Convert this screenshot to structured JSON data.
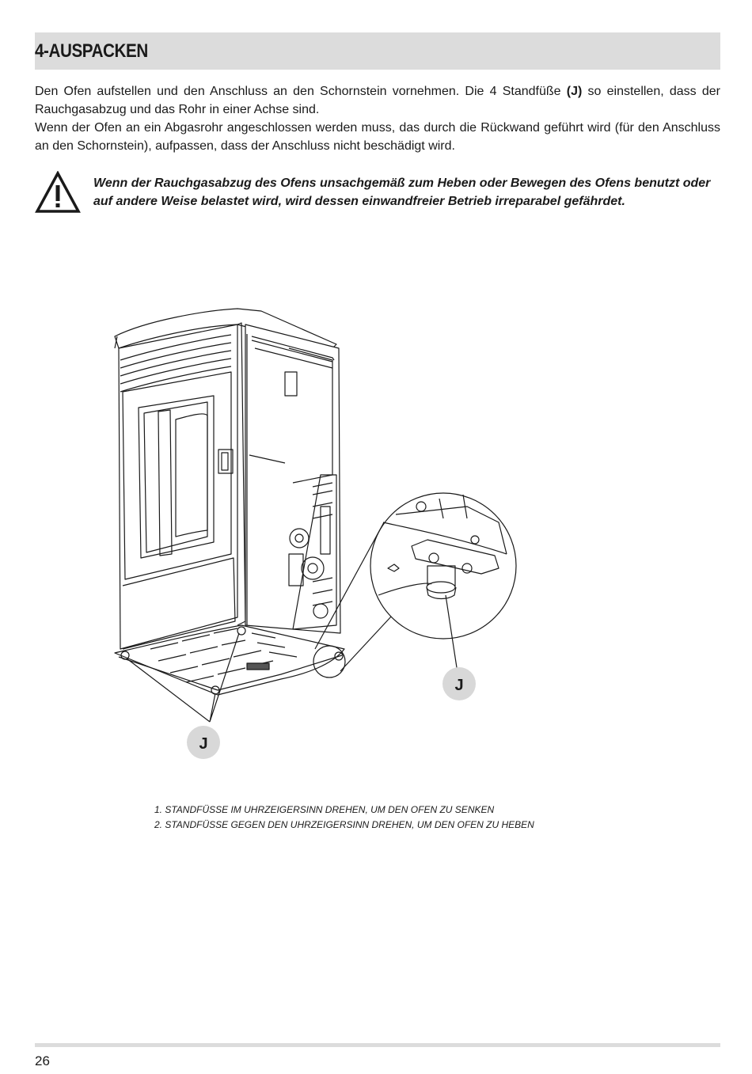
{
  "section": {
    "title": "4-AUSPACKEN"
  },
  "intro": {
    "p1_before": "Den Ofen aufstellen und den Anschluss an den Schornstein vornehmen. Die 4 Standfüße ",
    "p1_ref": "(J)",
    "p1_after": " so einstellen, dass der Rauchgasabzug und das Rohr in einer Achse sind.",
    "p2": "Wenn der Ofen an ein Abgasrohr angeschlossen werden muss, das durch die Rückwand geführt wird (für den Anschluss an den Schornstein), aufpassen, dass der Anschluss nicht beschädigt wird."
  },
  "warning": {
    "icon": "warning-triangle-icon",
    "text": "Wenn der Rauchgasabzug des Ofens unsachgemäß zum Heben oder Bewegen des Ofens benutzt oder auf andere Weise belastet wird, wird dessen einwandfreier Betrieb irreparabel gefährdet."
  },
  "figure": {
    "callout_main": "J",
    "callout_detail": "J"
  },
  "instructions": [
    "1. STANDFÜSSE IM UHRZEIGERSINN DREHEN, UM DEN OFEN ZU SENKEN",
    "2. STANDFÜSSE GEGEN DEN UHRZEIGERSINN DREHEN, UM DEN OFEN ZU HEBEN"
  ],
  "footer": {
    "page_number": "26"
  }
}
